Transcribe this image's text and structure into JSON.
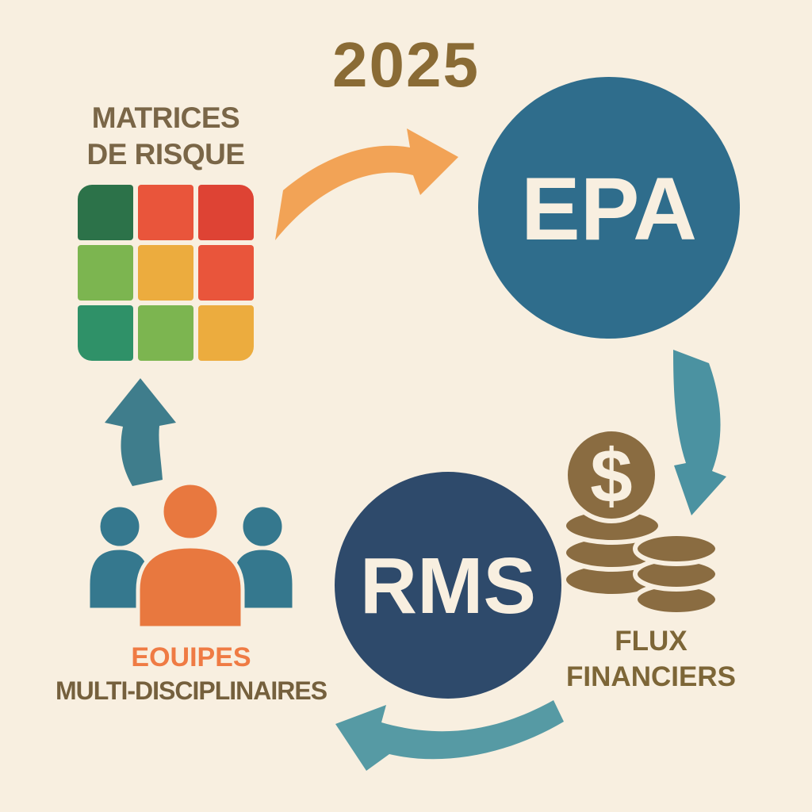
{
  "background_color": "#f8efe0",
  "title": {
    "year": "2025",
    "color": "#8a6b35"
  },
  "nodes": {
    "epa": {
      "label": "EPA",
      "fill": "#2f6d8c",
      "text_color": "#f8efe0"
    },
    "rms": {
      "label": "RMS",
      "fill": "#2e4a6b",
      "text_color": "#f8efe0"
    }
  },
  "labels": {
    "risk_matrix": {
      "line1": "MATRICES",
      "line2": "DE RISQUE",
      "color": "#7a6647"
    },
    "financial_flows": {
      "line1": "FLUX",
      "line2": "FINANCIERS",
      "color": "#7d6637"
    },
    "teams": {
      "line1": "EOUIPES",
      "line2": "MULTI-DISCIPLINAIRES",
      "line1_color": "#ef7b44",
      "line2_color": "#75603d"
    }
  },
  "risk_matrix": {
    "rows": 3,
    "cols": 3,
    "cells": [
      "#2c7249",
      "#e9553b",
      "#de4334",
      "#7cb550",
      "#ecac3e",
      "#e9553b",
      "#2f9168",
      "#7cb550",
      "#ecac3e"
    ]
  },
  "coins": {
    "dollar_sign": "$",
    "fill": "#8a6c41"
  },
  "people": {
    "center_fill": "#e8783f",
    "side_fill": "#35788e"
  },
  "arrows": {
    "matrix_to_epa": "#f2a356",
    "epa_to_flux": "#4b92a1",
    "rms_to_teams": "#569aa4",
    "teams_to_matrix": "#3f7d8c"
  }
}
